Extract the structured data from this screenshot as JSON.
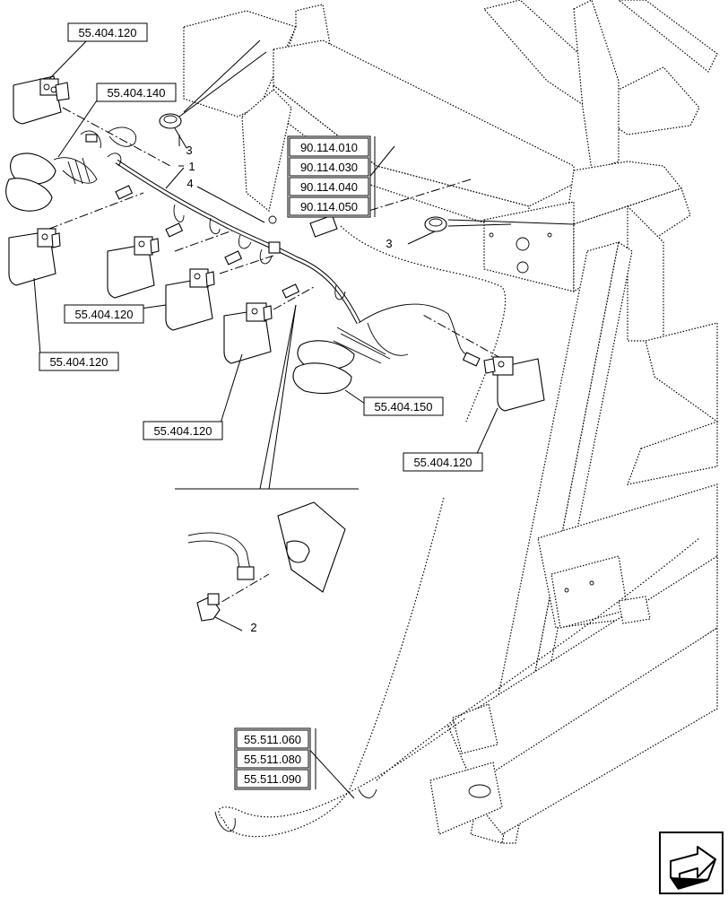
{
  "references": {
    "lamp_top_left": "55.404.120",
    "harness_connector": "55.404.140",
    "frame_group": [
      "90.114.010",
      "90.114.030",
      "90.114.040",
      "90.114.050"
    ],
    "lamp_mid": "55.404.120",
    "lamp_left": "55.404.120",
    "lamp_low": "55.404.120",
    "lamp_right": "55.404.120",
    "connector_right": "55.404.150",
    "harness_group": [
      "55.511.060",
      "55.511.080",
      "55.511.090"
    ]
  },
  "item_numbers": {
    "grommet_top": "3",
    "harness": "1",
    "clip": "4",
    "grommet_right": "3",
    "plug": "2"
  },
  "nav_icon": "next-page-arrow-icon"
}
